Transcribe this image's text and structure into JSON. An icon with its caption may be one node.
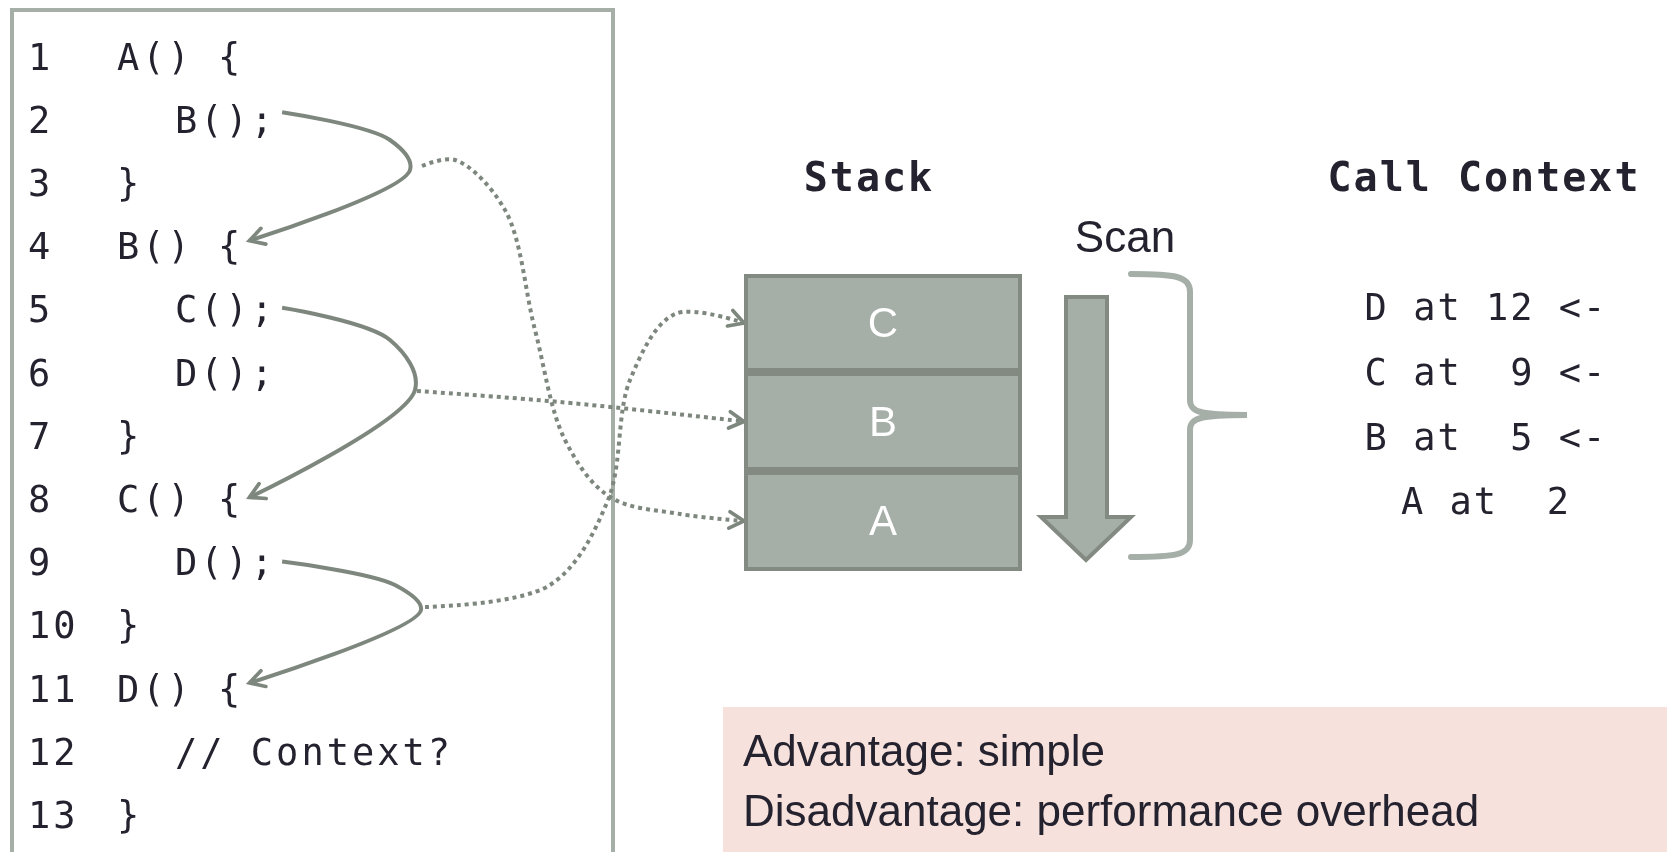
{
  "diagram": {
    "nodes": [
      {
        "text": [],
        "shape": "box"
      },
      {
        "text": [
          "1",
          "A() {"
        ],
        "in": 0
      },
      {
        "text": [
          "2",
          "B();"
        ],
        "in": 0
      },
      {
        "text": [
          "3",
          "}"
        ],
        "in": 0
      },
      {
        "text": [
          "4",
          "B() {"
        ],
        "in": 0
      },
      {
        "text": [
          "5",
          "C();"
        ],
        "in": 0
      },
      {
        "text": [
          "6",
          "D();"
        ],
        "in": 0
      },
      {
        "text": [
          "7",
          "}"
        ],
        "in": 0
      },
      {
        "text": [
          "8",
          "C() {"
        ],
        "in": 0
      },
      {
        "text": [
          "9",
          "D();"
        ],
        "in": 0
      },
      {
        "text": [
          "10",
          "}"
        ],
        "in": 0
      },
      {
        "text": [
          "11",
          "D() {"
        ],
        "in": 0
      },
      {
        "text": [
          "12",
          "// Context?"
        ],
        "in": 0
      },
      {
        "text": [
          "13",
          "}"
        ],
        "in": 0
      },
      {
        "text": [
          "C"
        ]
      },
      {
        "text": [
          "B"
        ]
      },
      {
        "text": [
          "A"
        ]
      },
      {
        "text": [
          "Advantage: simple",
          "Disadvantage: performance overhead"
        ]
      }
    ],
    "edges": [
      {
        "from": 2,
        "to": 4,
        "arrow": "to"
      },
      {
        "from": 5,
        "to": 8,
        "arrow": "to"
      },
      {
        "from": 9,
        "to": 11,
        "arrow": "to"
      },
      {
        "from": null,
        "to": 16,
        "arrow": "to",
        "style": "dashed"
      },
      {
        "from": null,
        "to": 15,
        "arrow": "to",
        "style": "dashed"
      },
      {
        "from": null,
        "to": 14,
        "arrow": "to",
        "style": "dashed"
      }
    ],
    "labels": [
      "Stack",
      "Scan",
      "Call Context",
      "D at 12 <-",
      "C at  9 <-",
      "B at  5 <-",
      "A at  2"
    ]
  }
}
